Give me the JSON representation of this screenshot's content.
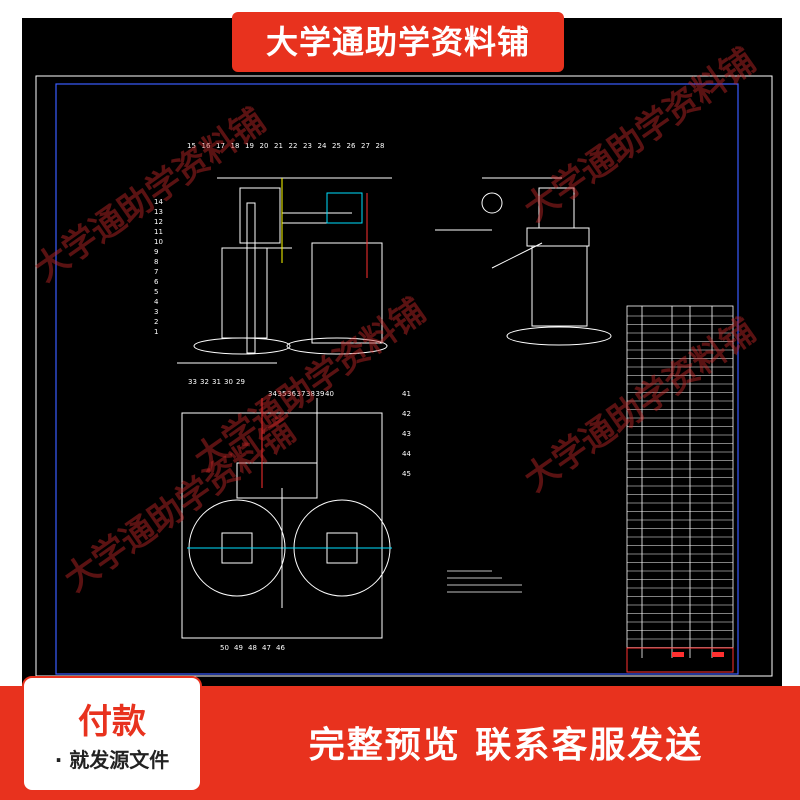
{
  "banner": {
    "title": "大学通助学资料铺"
  },
  "watermark": "大学通助学资料铺",
  "bottom": {
    "pay_title": "付款",
    "pay_sub": "· 就发源文件",
    "preview": "完整预览  联系客服发送"
  },
  "drawing": {
    "callouts_top": [
      "15",
      "16",
      "17",
      "18",
      "19",
      "20",
      "21",
      "22",
      "23",
      "24",
      "25",
      "26",
      "27",
      "28"
    ],
    "callouts_left": [
      "14",
      "13",
      "12",
      "11",
      "10",
      "9",
      "8",
      "7",
      "6",
      "5",
      "4",
      "3",
      "2",
      "1"
    ],
    "callouts_bottom_front": [
      "33",
      "32",
      "31",
      "30",
      "29"
    ],
    "callouts_mid": [
      "34",
      "35",
      "36",
      "37",
      "38",
      "39",
      "40"
    ],
    "callouts_right_plan": [
      "41",
      "42",
      "43",
      "44",
      "45"
    ],
    "callouts_bottom_plan": [
      "50",
      "49",
      "48",
      "47",
      "46"
    ],
    "colors": {
      "line": "#ffffff",
      "frame": "#3a5cff",
      "accent": "#00e0ff",
      "red": "#ff3030",
      "yellow": "#ffff00"
    }
  }
}
